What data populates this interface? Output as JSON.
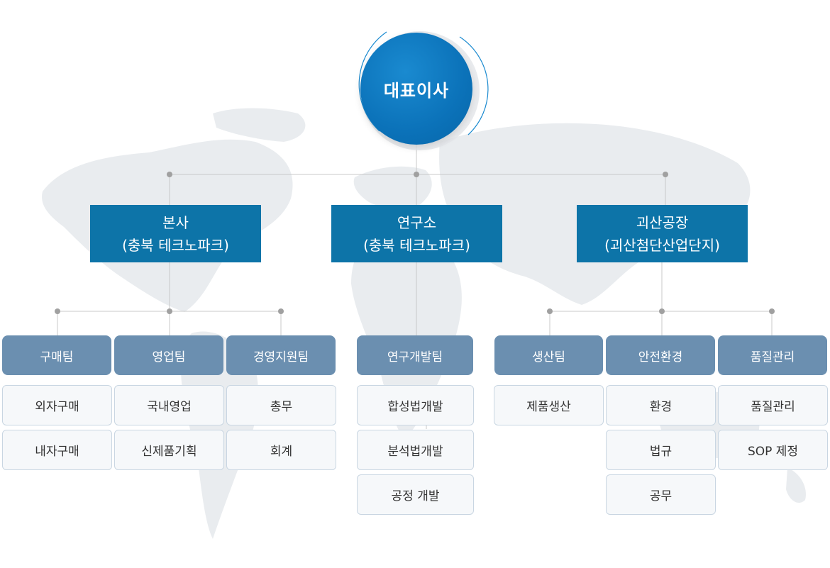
{
  "ceo": "대표이사",
  "divisions": [
    {
      "name": "본사",
      "sub": "(충북 테크노파크)"
    },
    {
      "name": "연구소",
      "sub": "(충북 테크노파크)"
    },
    {
      "name": "괴산공장",
      "sub": "(괴산첨단산업단지)"
    }
  ],
  "teams": [
    {
      "name": "구매팀",
      "items": [
        "외자구매",
        "내자구매"
      ]
    },
    {
      "name": "영업팀",
      "items": [
        "국내영업",
        "신제품기획"
      ]
    },
    {
      "name": "경영지원팀",
      "items": [
        "총무",
        "회계"
      ]
    },
    {
      "name": "연구개발팀",
      "items": [
        "합성법개발",
        "분석법개발",
        "공정 개발"
      ]
    },
    {
      "name": "생산팀",
      "items": [
        "제품생산"
      ]
    },
    {
      "name": "안전환경",
      "items": [
        "환경",
        "법규",
        "공무"
      ]
    },
    {
      "name": "품질관리",
      "items": [
        "품질관리",
        "SOP 제정"
      ]
    }
  ],
  "colors": {
    "ceo": "#0b72b9",
    "division": "#0d74a8",
    "team": "#6b8fb0",
    "item_bg": "#f6f8fa",
    "item_border": "#c9d6e2",
    "connector": "#c8c8c8",
    "dot": "#a0a0a0"
  }
}
